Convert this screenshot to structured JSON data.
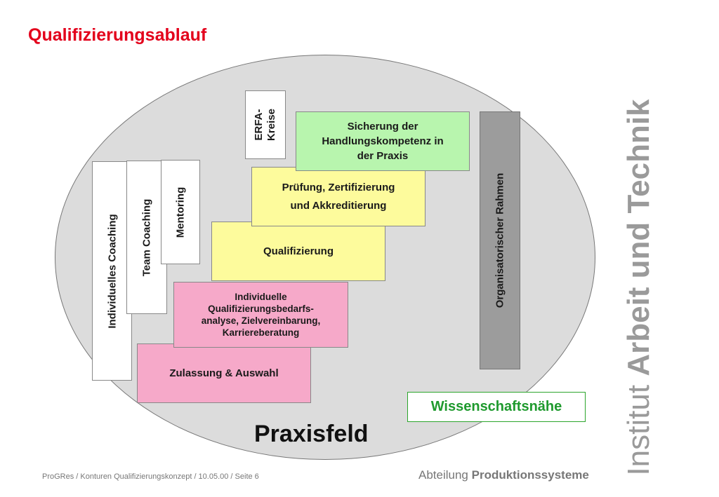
{
  "title": "Qualifizierungsablauf",
  "steps": [
    "Zulassung & Auswahl",
    "Individuelle\nQualifizierungsbedarfs-\nanalyse, Zielvereinbarung,\nKarriereberatung",
    "Qualifizierung",
    "Prüfung, Zertifizierung\nund Akkreditierung",
    "Sicherung der\nHandlungskompetenz in\nder Praxis"
  ],
  "support": {
    "individuelles_coaching": "Individuelles Coaching",
    "team_coaching": "Team Coaching",
    "mentoring": "Mentoring",
    "erfa_kreise": "ERFA-\nKreise"
  },
  "organisatorischer_rahmen": "Organisatorischer Rahmen",
  "wissenschaftsnaehe": "Wissenschaftsnähe",
  "praxisfeld": "Praxisfeld",
  "brand": {
    "institut": "Institut",
    "arbeit_und_technik": "Arbeit und Technik"
  },
  "footer": {
    "left": "ProGRes / Konturen Qualifizierungskonzept / 10.05.00  / Seite 6",
    "abteilung": "Abteilung",
    "department": "Produktionssysteme"
  },
  "colors": {
    "title": "#e3001b",
    "pink": "#f6a9c9",
    "yellow": "#fdfb9c",
    "green": "#b8f5ae",
    "frame_green": "#2ca52c",
    "grey": "#9c9c9c"
  }
}
